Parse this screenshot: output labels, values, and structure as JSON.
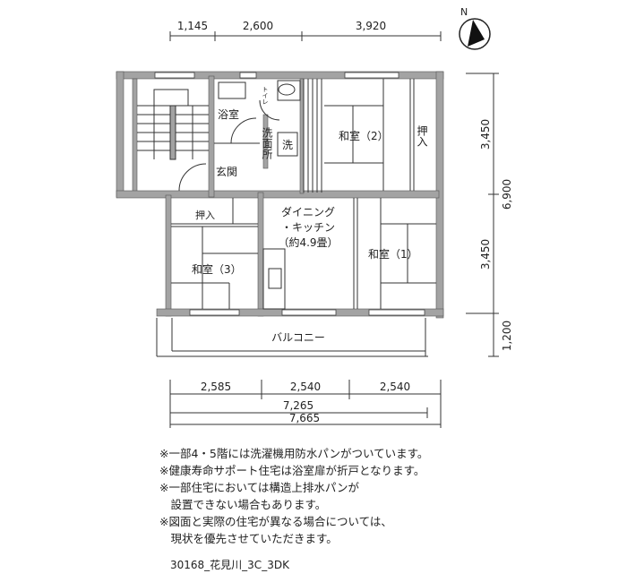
{
  "dimensions": {
    "top": [
      "1,145",
      "2,600",
      "3,920"
    ],
    "right": [
      "3,450",
      "3,450",
      "1,200"
    ],
    "right_total": "6,900",
    "bottom": [
      "2,585",
      "2,540",
      "2,540"
    ],
    "bottom_total_1": "7,265",
    "bottom_total_2": "7,665"
  },
  "compass": {
    "label": "N"
  },
  "rooms": {
    "bath": "浴室",
    "toilet": "トイレ",
    "washroom": "洗面所",
    "washer": "洗",
    "entrance": "玄関",
    "washitsu2": "和室（2）",
    "closet_right": "押入",
    "closet_left": "押入",
    "dining_line1": "ダイニング",
    "dining_line2": "・キッチン",
    "dining_line3": "（約4.9畳）",
    "washitsu1": "和室（1）",
    "washitsu3": "和室（3）",
    "balcony": "バルコニー"
  },
  "notes": [
    "※一部4・5階には洗濯機用防水パンがついています。",
    "※健康寿命サポート住宅は浴室扉が折戸となります。",
    "※一部住宅においては構造上排水パンが",
    "　設置できない場合もあります。",
    "※図面と実際の住宅が異なる場合については、",
    "　現状を優先させていただきます。"
  ],
  "plan_code": "30168_花見川_3C_3DK",
  "colors": {
    "wall": "#a3a3a3",
    "line": "#333333"
  }
}
